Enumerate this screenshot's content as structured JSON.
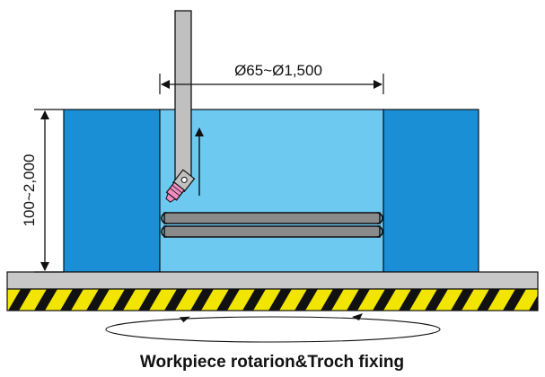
{
  "labels": {
    "diameter_range": "Ø65~Ø1,500",
    "height_range": "100~2,000",
    "caption": "Workpiece rotarion&Troch fixing"
  },
  "colors": {
    "outer_block": "#1a8fd6",
    "inner_cavity": "#6ec9f0",
    "base_plate": "#c8c8c8",
    "hazard_yellow": "#f2e600",
    "hazard_black": "#111111",
    "torch_body": "#c0c0c0",
    "torch_tip": "#f08cc0",
    "workpiece": "#8a8a8a"
  }
}
